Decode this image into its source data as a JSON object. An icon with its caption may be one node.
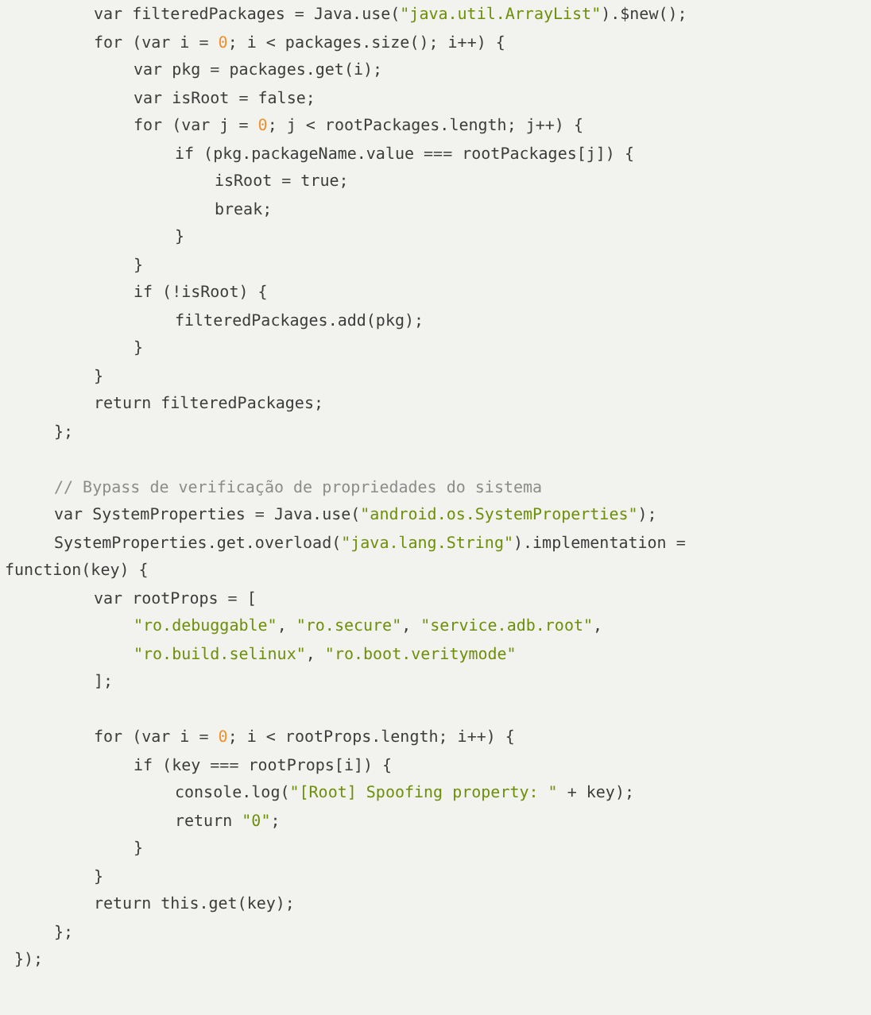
{
  "diagram": {
    "labels": [
      "var filteredPackages = Java.use(\"java.util.ArrayList\").$new();",
      "for (var i = 0; i < packages.size(); i++) {",
      "var pkg = packages.get(i);",
      "var isRoot = false;",
      "for (var j = 0; j < rootPackages.length; j++) {",
      "if (pkg.packageName.value === rootPackages[j]) {",
      "isRoot = true;",
      "break;",
      "}",
      "}",
      "if (!isRoot) {",
      "filteredPackages.add(pkg);",
      "}",
      "}",
      "return filteredPackages;",
      "};",
      "// Bypass de verificação de propriedades do sistema",
      "var SystemProperties = Java.use(\"android.os.SystemProperties\");",
      "SystemProperties.get.overload(\"java.lang.String\").implementation =",
      "function(key) {",
      "var rootProps = [",
      "\"ro.debuggable\", \"ro.secure\", \"service.adb.root\",",
      "\"ro.build.selinux\", \"ro.boot.veritymode\"",
      "];",
      "for (var i = 0; i < rootProps.length; i++) {",
      "if (key === rootProps[i]) {",
      "console.log(\"[Root] Spoofing property: \" + key);",
      "return \"0\";",
      "}",
      "}",
      "return this.get(key);",
      "};",
      "});"
    ]
  }
}
